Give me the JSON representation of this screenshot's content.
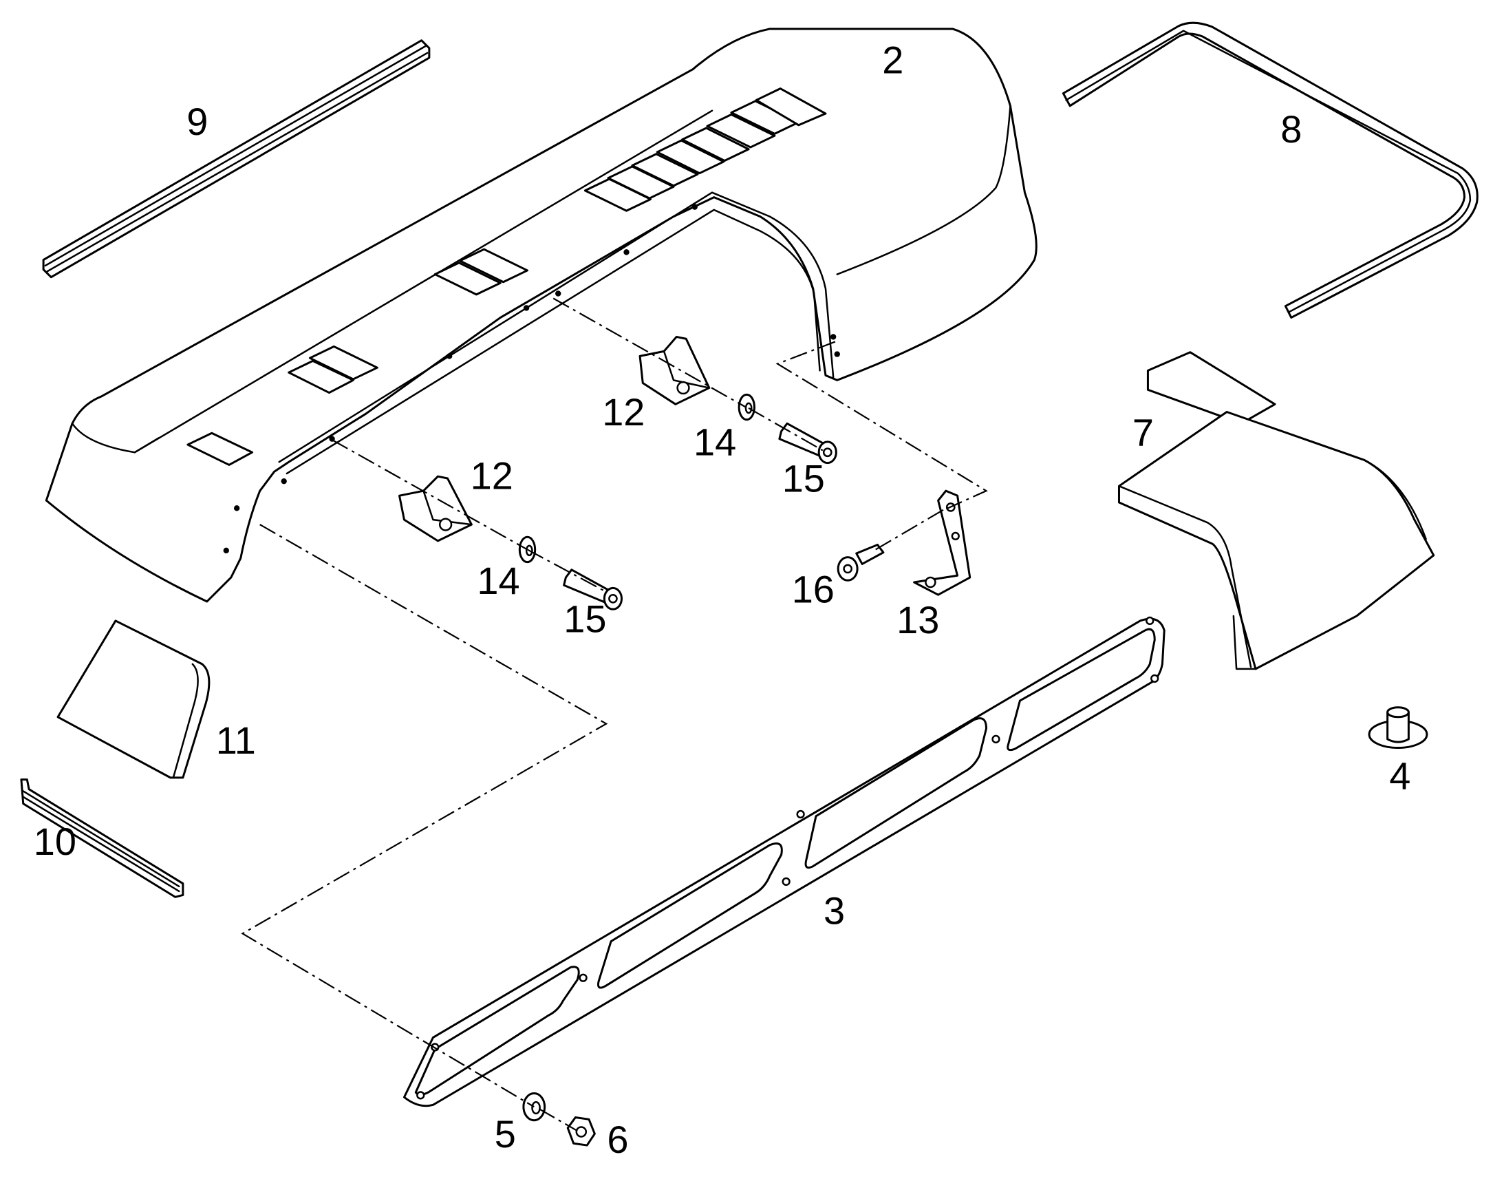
{
  "diagram": {
    "callouts": {
      "c2": "2",
      "c3": "3",
      "c4": "4",
      "c5": "5",
      "c6": "6",
      "c7": "7",
      "c8": "8",
      "c9": "9",
      "c10": "10",
      "c11": "11",
      "c12a": "12",
      "c12b": "12",
      "c13": "13",
      "c14a": "14",
      "c14b": "14",
      "c15a": "15",
      "c15b": "15",
      "c16": "16"
    }
  }
}
